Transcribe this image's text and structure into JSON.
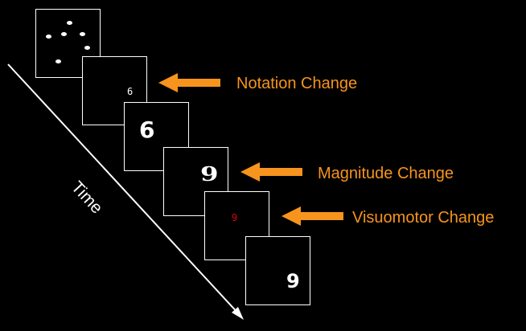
{
  "time_axis": {
    "label": "Time",
    "color": "#ffffff"
  },
  "frames": [
    {
      "content_type": "dots",
      "dot_count": 6
    },
    {
      "content_type": "digit",
      "text": "6",
      "color": "#ffffff"
    },
    {
      "content_type": "digit",
      "text": "6",
      "color": "#ffffff"
    },
    {
      "content_type": "digit",
      "text": "9",
      "color": "#ffffff"
    },
    {
      "content_type": "digit",
      "text": "9",
      "color": "#e00000"
    },
    {
      "content_type": "digit",
      "text": "9",
      "color": "#ffffff"
    }
  ],
  "annotations": [
    {
      "label": "Notation Change",
      "color": "#f7941d"
    },
    {
      "label": "Magnitude Change",
      "color": "#f7941d"
    },
    {
      "label": "Visuomotor Change",
      "color": "#f7941d"
    }
  ],
  "colors": {
    "background": "#000000",
    "frame_border": "#ffffff",
    "accent": "#f7941d"
  }
}
